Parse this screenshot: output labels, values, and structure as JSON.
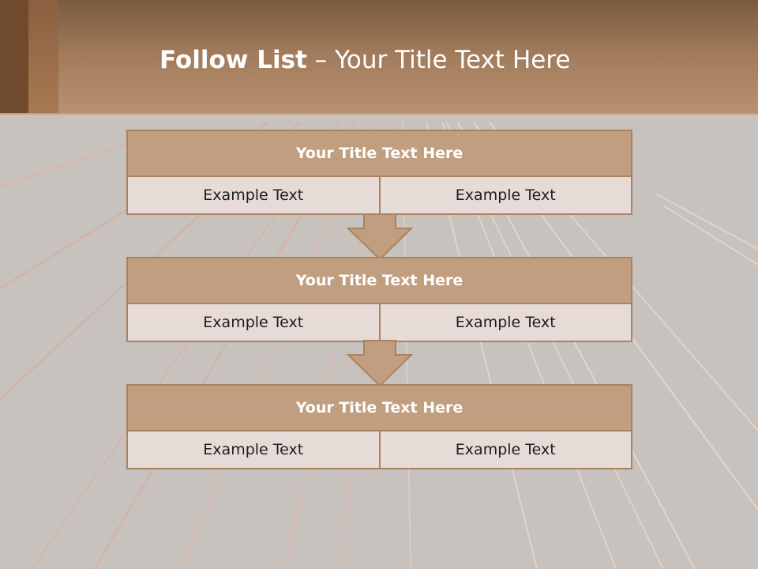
{
  "slide": {
    "title_bold": "Follow List",
    "title_rest": " – Your Title Text Here"
  },
  "blocks": [
    {
      "title": "Your Title Text Here",
      "left": "Example Text",
      "right": "Example Text"
    },
    {
      "title": "Your Title Text Here",
      "left": "Example Text",
      "right": "Example Text"
    },
    {
      "title": "Your Title Text Here",
      "left": "Example Text",
      "right": "Example Text"
    }
  ],
  "colors": {
    "header_fill": "#c29e81",
    "cell_fill": "#e6dbd6",
    "border": "#a9835f",
    "banner": "#a07a5a"
  }
}
